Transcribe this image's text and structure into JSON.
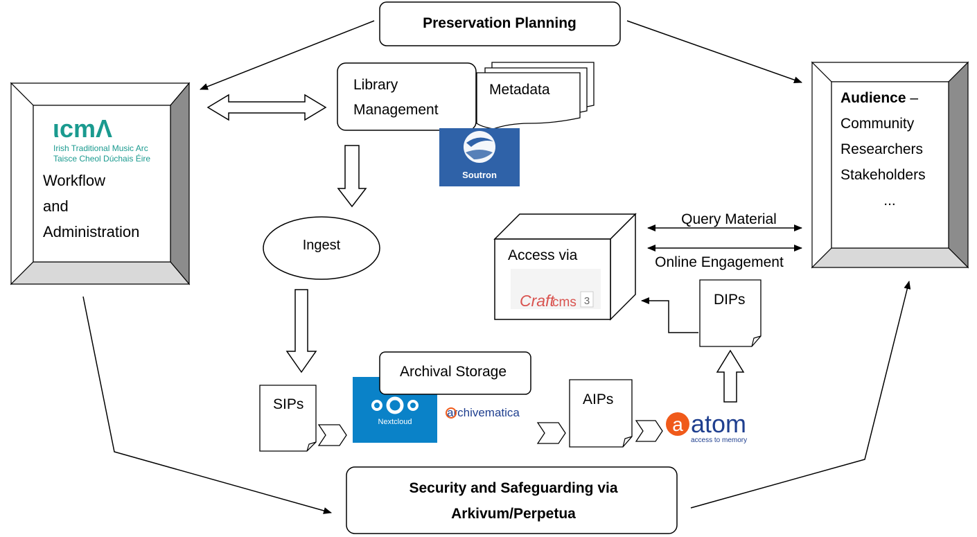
{
  "preservation_planning": "Preservation Planning",
  "workflow": {
    "logo_text": "ιcmΛ",
    "logo_sub1": "Irish Traditional Music Arc",
    "logo_sub2": "Taisce Cheol Dúchais Éire",
    "line1": "Workflow",
    "line2": "and",
    "line3": "Administration"
  },
  "library_management": {
    "line1": "Library",
    "line2": "Management"
  },
  "metadata": "Metadata",
  "soutron_logo": "Soutron",
  "ingest": "Ingest",
  "access": {
    "label": "Access via",
    "craft_logo_a": "Craft",
    "craft_logo_b": "cms",
    "craft_logo_c": "3"
  },
  "query_material": "Query Material",
  "online_engagement": "Online Engagement",
  "audience": {
    "title": "Audience",
    "dash": " –",
    "items": [
      "Community",
      "Researchers",
      "Stakeholders",
      "..."
    ]
  },
  "dips": "DIPs",
  "sips": "SIPs",
  "aips": "AIPs",
  "archival_storage": "Archival Storage",
  "nextcloud_logo": "Nextcloud",
  "archivematica_logo": "archivematica",
  "atom_logo": {
    "main": "atom",
    "sub": "access to memory"
  },
  "security": {
    "line1": "Security and Safeguarding via",
    "line2": "Arkivum/Perpetua"
  },
  "colors": {
    "icma_teal": "#1a9a8f",
    "soutron_blue": "#2f62a8",
    "nextcloud_blue": "#0a82c8",
    "craft_red": "#d9534f",
    "atom_orange": "#f05a1a",
    "atom_blue": "#1f3f8f",
    "frame_gray": "#8c8c8c",
    "frame_light": "#d9d9d9"
  }
}
